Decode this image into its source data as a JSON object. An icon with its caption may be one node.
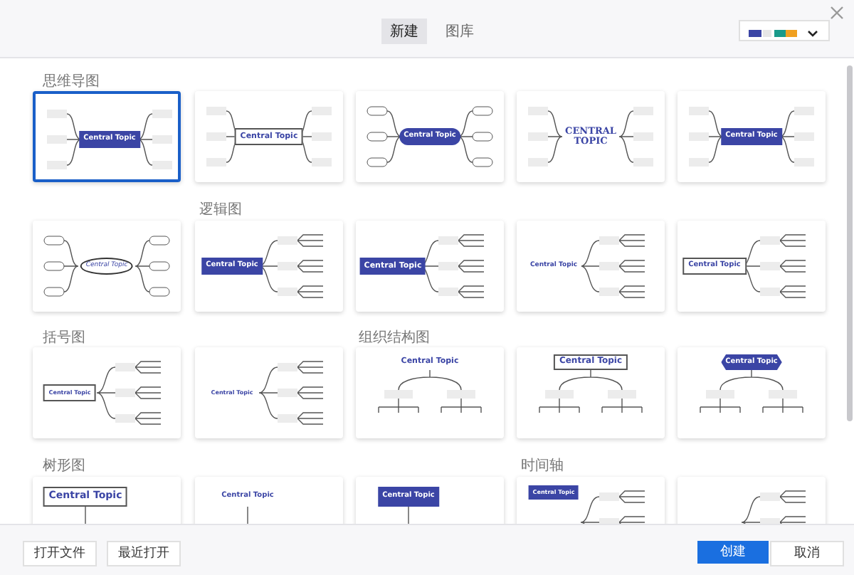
{
  "diagram": {
    "nodes": [
      {
        "text": [
          "Central Topic"
        ]
      },
      {
        "text": [
          "Central Topic"
        ]
      },
      {
        "text": [
          "Central Topic"
        ]
      },
      {
        "text": [
          "CENTRAL TOPIC"
        ]
      },
      {
        "text": [
          "Central Topic"
        ]
      },
      {
        "text": [
          "Central Topic"
        ]
      },
      {
        "text": [
          "Central Topic"
        ]
      },
      {
        "text": [
          "Central Topic"
        ]
      },
      {
        "text": [
          "Central Topic"
        ]
      },
      {
        "text": [
          "Central Topic"
        ]
      },
      {
        "text": [
          "Central Topic"
        ]
      },
      {
        "text": [
          "Central Topic"
        ]
      },
      {
        "text": [
          "Central Topic"
        ]
      },
      {
        "text": [
          "Central Topic"
        ]
      },
      {
        "text": [
          "Central Topic"
        ]
      },
      {
        "text": [
          "Central Topic"
        ]
      },
      {
        "text": [
          "Central Topic"
        ]
      },
      {
        "text": [
          "Central Topic"
        ]
      },
      {
        "text": [
          "Central Topic"
        ]
      },
      {
        "text": [],
        "shape": "picture"
      }
    ],
    "labels": [
      "新建",
      "图库",
      "思维导图",
      "逻辑图",
      "括号图",
      "组织结构图",
      "树形图",
      "时间轴",
      "打开文件",
      "最近打开",
      "创建",
      "取消"
    ]
  }
}
